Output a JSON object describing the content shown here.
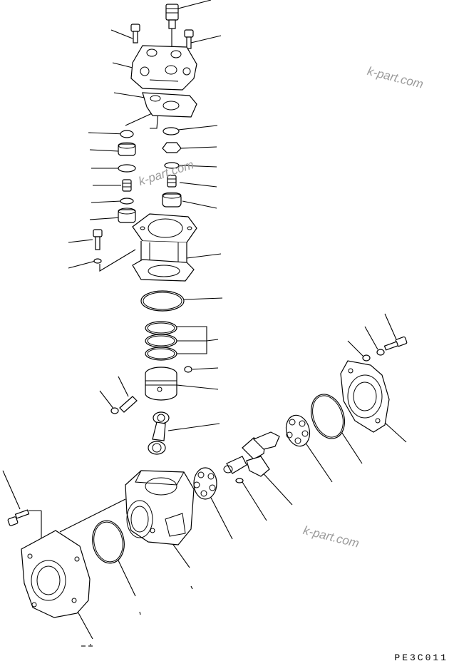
{
  "drawing": {
    "code": "PE3C011"
  },
  "watermarks": [
    "k-part.com",
    "k-part.com",
    "k-part.com"
  ],
  "colors": {
    "line": "#000000",
    "background": "#ffffff",
    "watermark": "#9a9a9a"
  }
}
